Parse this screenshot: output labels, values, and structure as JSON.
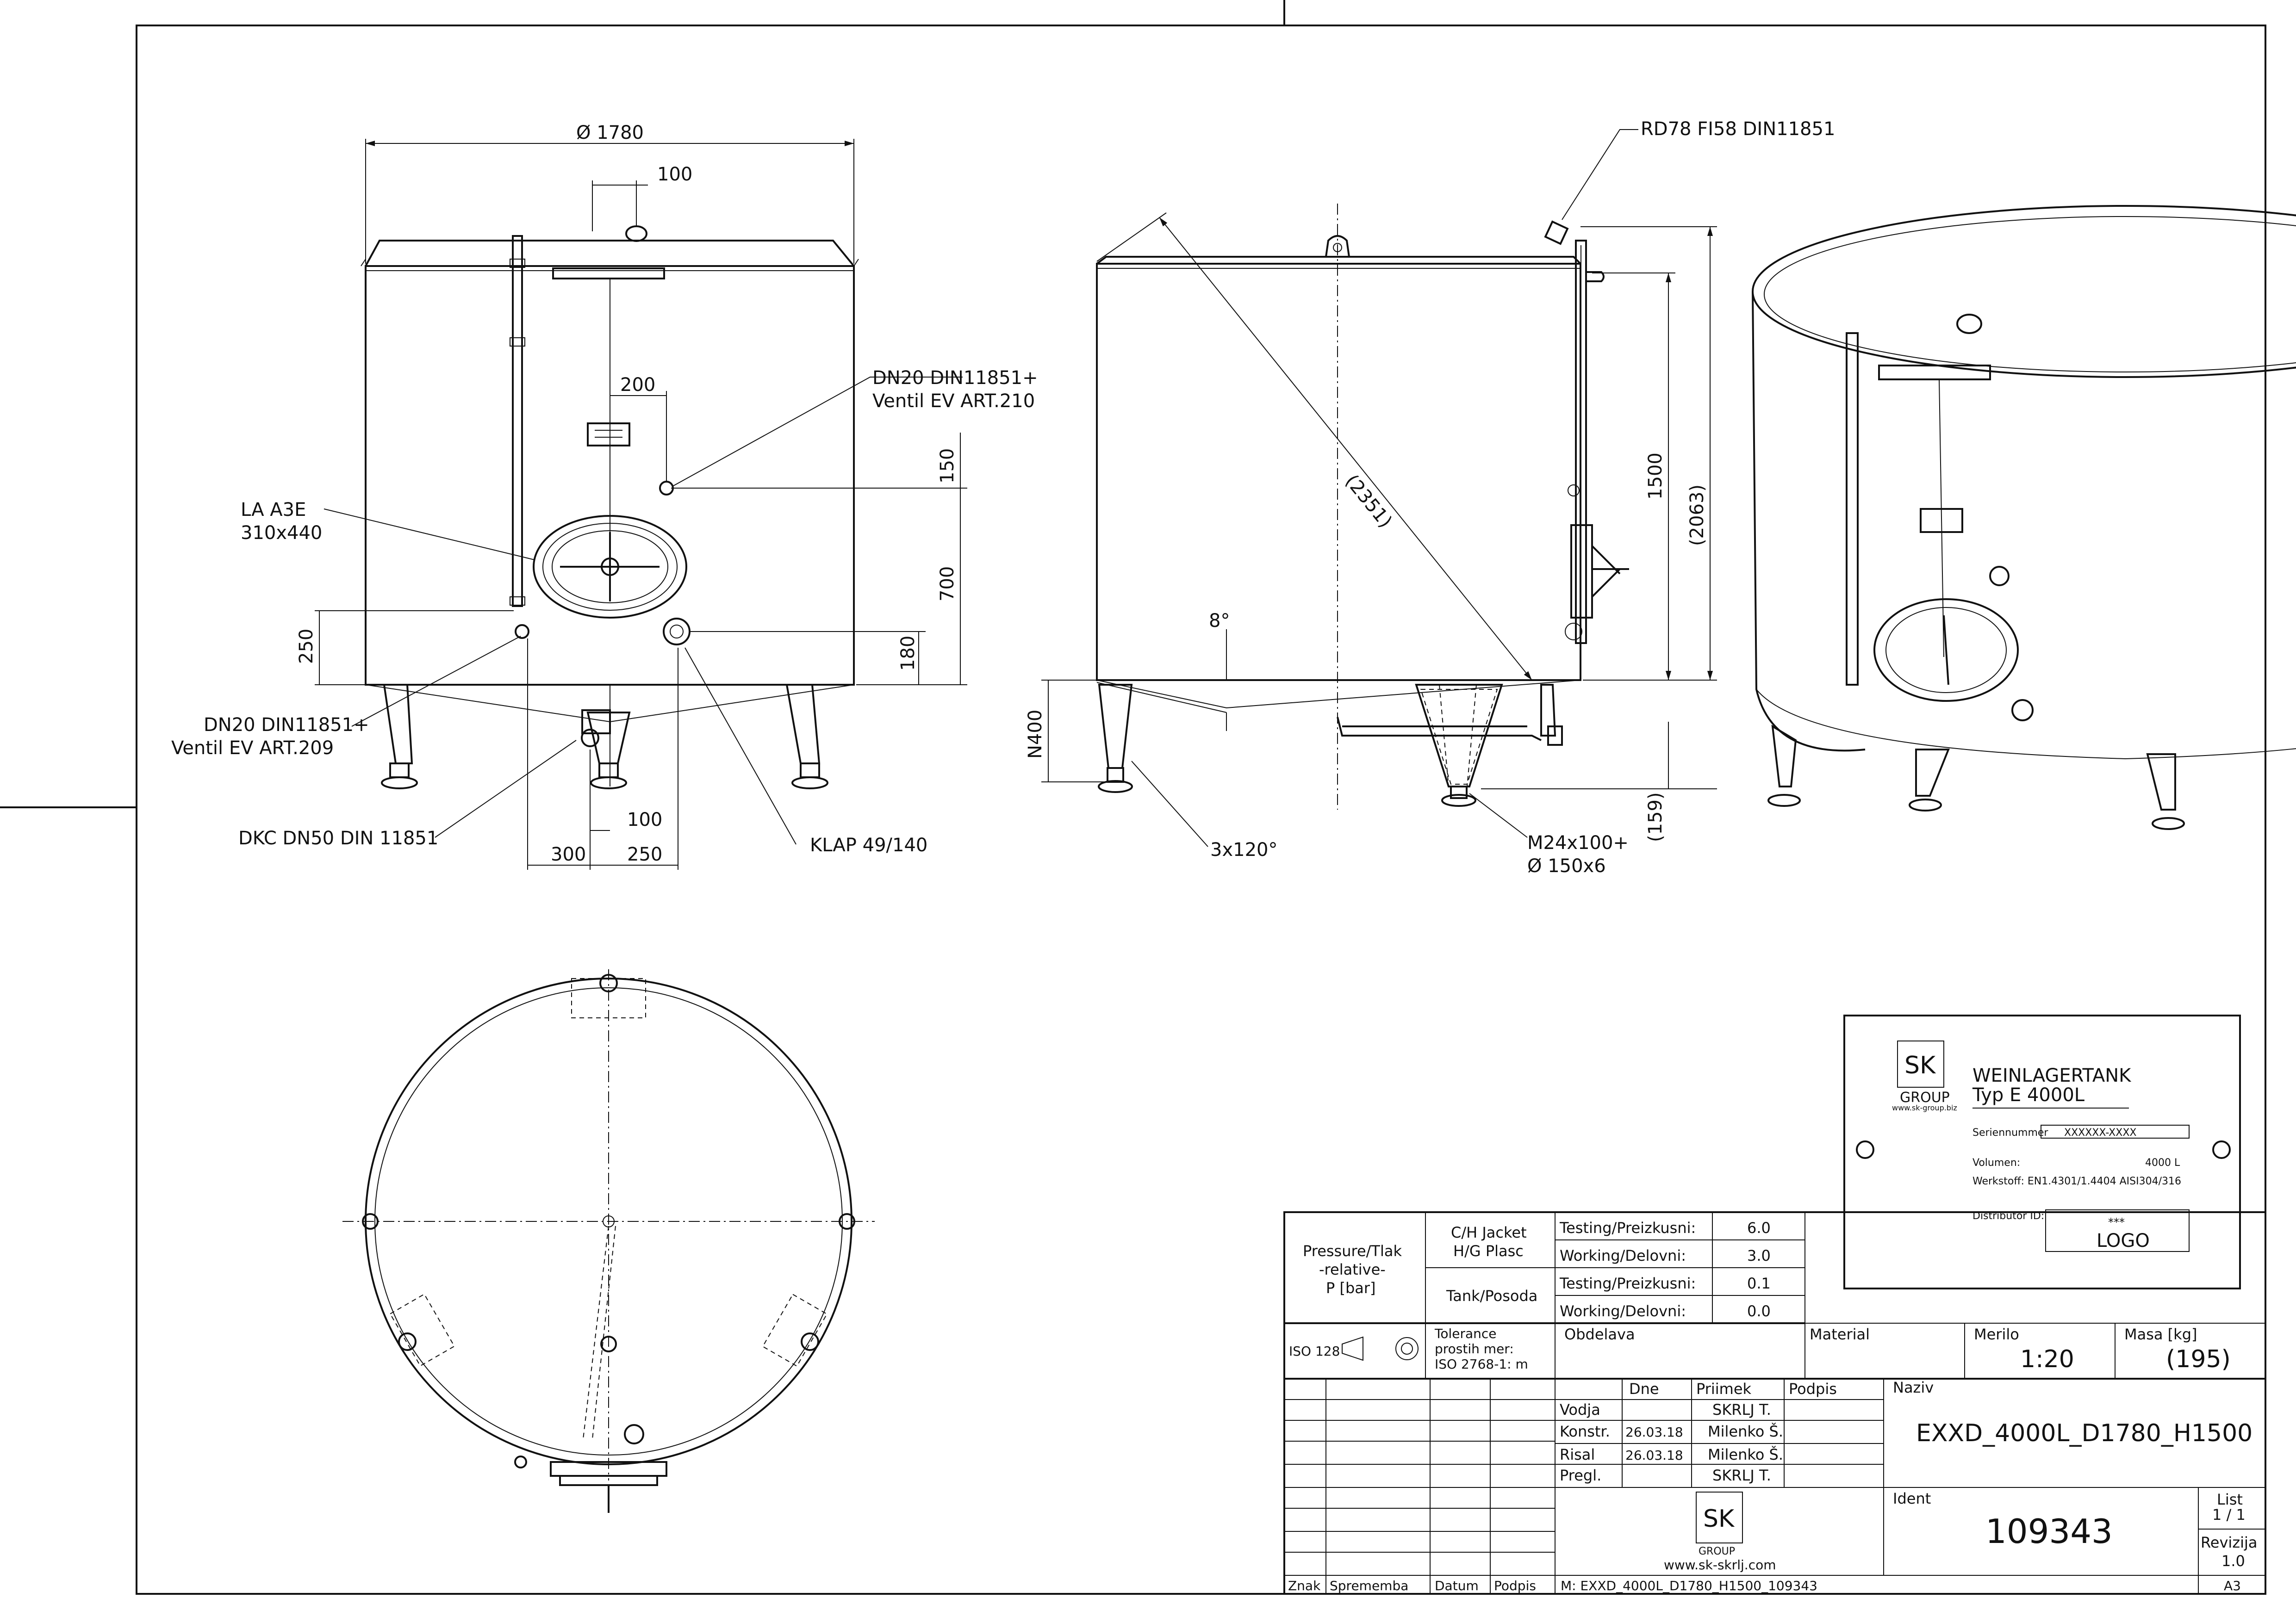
{
  "front_view": {
    "diameter": "Ø 1780",
    "dim_100_top": "100",
    "dim_200": "200",
    "dim_150": "150",
    "dim_700": "700",
    "dim_180": "180",
    "dim_250_left": "250",
    "dim_100_bottom": "100",
    "dim_300": "300",
    "dim_250_bottom": "250",
    "callout_dn20_210_a": "DN20 DIN11851+",
    "callout_dn20_210_b": "Ventil EV ART.210",
    "callout_la_a": "LA A3E",
    "callout_la_b": "310x440",
    "callout_dn20_209_a": "DN20 DIN11851+",
    "callout_dn20_209_b": "Ventil EV ART.209",
    "callout_dkc": "DKC DN50 DIN 11851",
    "callout_klap": "KLAP 49/140"
  },
  "side_view": {
    "callout_rd78": "RD78 FI58 DIN11851",
    "dim_2351": "(2351)",
    "dim_1500": "1500",
    "dim_2063": "(2063)",
    "dim_8deg": "8°",
    "dim_n400": "N400",
    "dim_159": "(159)",
    "callout_legs": "3x120°",
    "callout_m24_a": "M24x100+",
    "callout_m24_b": "Ø 150x6"
  },
  "nameplate": {
    "brand_top": "SK",
    "brand_sub": "GROUP",
    "website": "www.sk-group.biz",
    "title": "WEINLAGERTANK",
    "type_line": "Typ E   4000L",
    "serial_label": "Seriennummer",
    "serial_value": "XXXXXX-XXXX",
    "volume_label": "Volumen:",
    "volume_value": "4000  L",
    "material_label": "Werkstoff: EN1.4301/1.4404  AISI304/316",
    "distributor_label": "Distributor ID:",
    "distributor_dots": "***",
    "logo_label": "LOGO"
  },
  "title_block": {
    "pressure_a": "Pressure/Tlak",
    "pressure_b": "-relative-",
    "pressure_c": "P [bar]",
    "jacket_a": "C/H Jacket",
    "jacket_b": "H/G Plasc",
    "tank": "Tank/Posoda",
    "pressure_rows": [
      {
        "label": "Testing/Preizkusni:",
        "value": "6.0"
      },
      {
        "label": "Working/Delovni:",
        "value": "3.0"
      },
      {
        "label": "Testing/Preizkusni:",
        "value": "0.1"
      },
      {
        "label": "Working/Delovni:",
        "value": "0.0"
      }
    ],
    "iso": "ISO 128",
    "tolerance_a": "Tolerance",
    "tolerance_b": "prostih mer:",
    "tolerance_c": "ISO 2768-1: m",
    "obdelava": "Obdelava",
    "material": "Material",
    "merilo_label": "Merilo",
    "merilo_value": "1:20",
    "masa_label": "Masa [kg]",
    "masa_value": "(195)",
    "col_dne": "Dne",
    "col_priimek": "Priimek",
    "col_podpis": "Podpis",
    "naziv_label": "Naziv",
    "naziv_value": "EXXD_4000L_D1780_H1500",
    "sign_rows": [
      {
        "role": "Vodja",
        "date": "",
        "name": "SKRLJ T."
      },
      {
        "role": "Konstr.",
        "date": "26.03.18",
        "name": "Milenko Š."
      },
      {
        "role": "Risal",
        "date": "26.03.18",
        "name": "Milenko Š."
      },
      {
        "role": "Pregl.",
        "date": "",
        "name": "SKRLJ T."
      }
    ],
    "ident_label": "Ident",
    "ident_value": "109343",
    "list_label": "List",
    "list_value": "1 / 1",
    "revizija_label": "Revizija",
    "revizija_value": "1.0",
    "format": "A3",
    "company_logo": "SK",
    "company_sub": "GROUP",
    "company_web": "www.sk-skrlj.com",
    "bottom_znak": "Znak",
    "bottom_sprememba": "Sprememba",
    "bottom_datum": "Datum",
    "bottom_podpis": "Podpis",
    "file_ref": "M: EXXD_4000L_D1780_H1500_109343"
  }
}
